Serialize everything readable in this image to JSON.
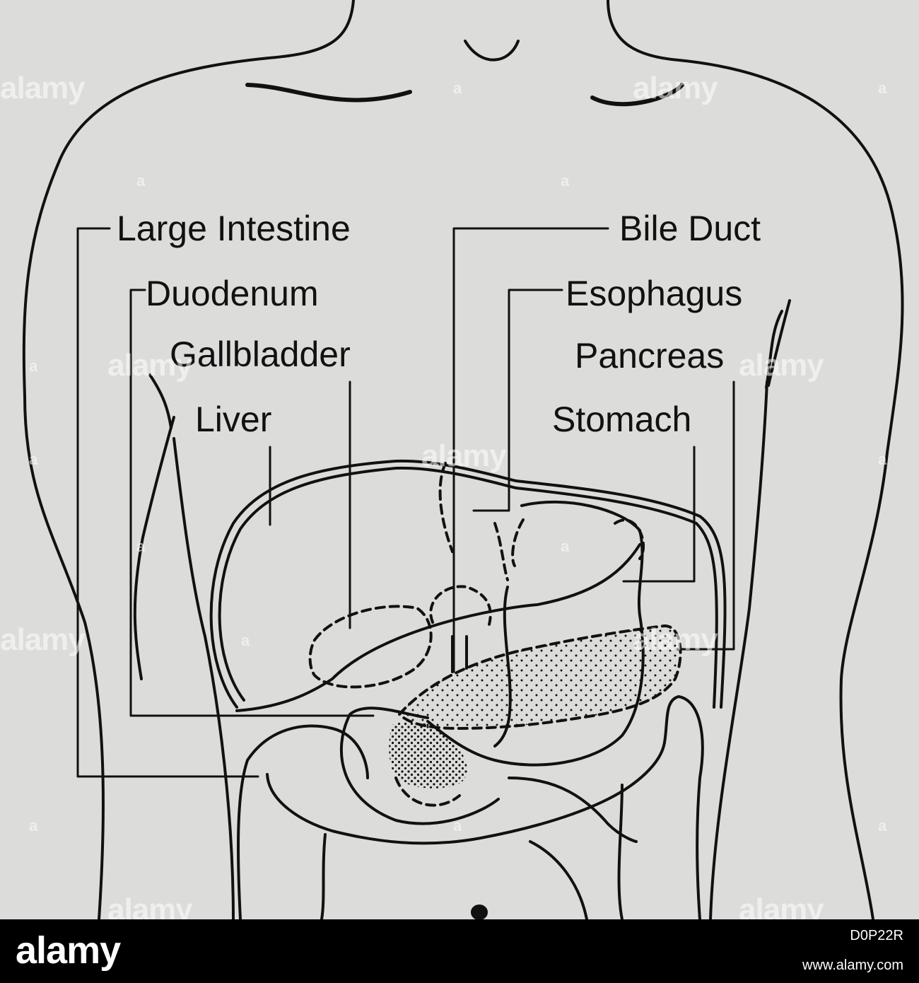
{
  "labels": {
    "large_intestine": "Large Intestine",
    "duodenum": "Duodenum",
    "gallbladder": "Gallbladder",
    "liver": "Liver",
    "bile_duct": "Bile Duct",
    "esophagus": "Esophagus",
    "pancreas": "Pancreas",
    "stomach": "Stomach"
  },
  "watermark": {
    "text": "alamy",
    "mark": "a"
  },
  "footer": {
    "logo": "alamy",
    "image_id": "D0P22R",
    "url": "www.alamy.com"
  },
  "colors": {
    "background": "#dcdcda",
    "ink": "#111111",
    "footer": "#000000"
  }
}
